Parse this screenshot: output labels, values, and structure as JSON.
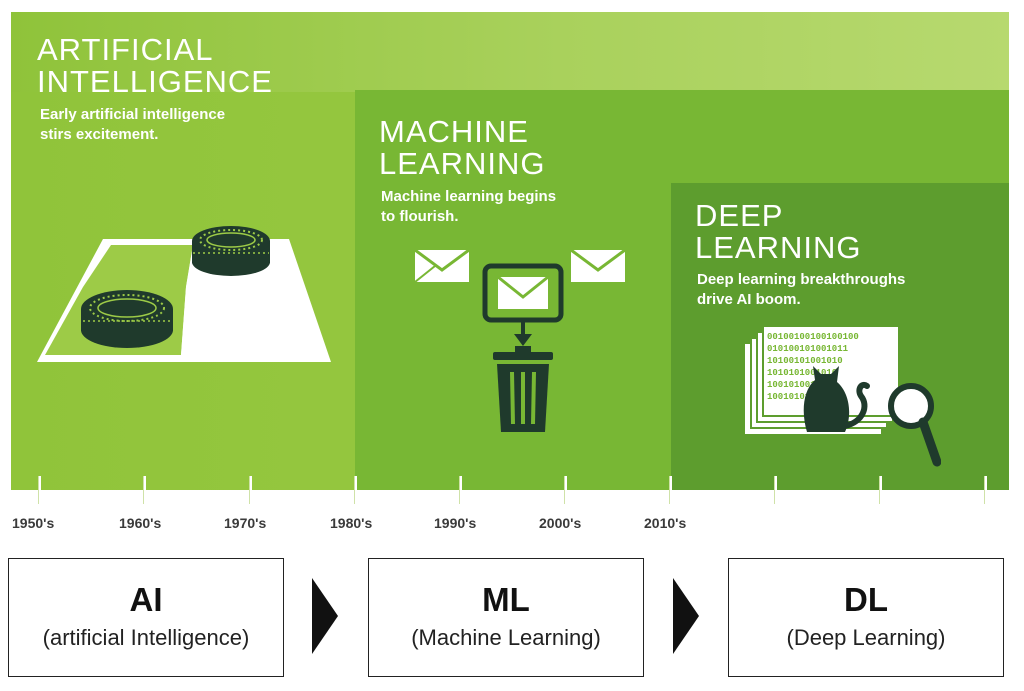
{
  "eras": {
    "ai": {
      "title": "ARTIFICIAL\nINTELLIGENCE",
      "subtitle": "Early artificial intelligence\nstirs excitement."
    },
    "ml": {
      "title": "MACHINE\nLEARNING",
      "subtitle": "Machine learning begins\nto flourish."
    },
    "dl": {
      "title": "DEEP\nLEARNING",
      "subtitle": "Deep learning breakthroughs\ndrive AI boom.",
      "binary_rows": [
        "00100100100100100",
        "010100101001011",
        "10100101001010",
        "1010101001010",
        "100101001001",
        "1001010110"
      ]
    }
  },
  "timeline": {
    "years": [
      "1950's",
      "1960's",
      "1970's",
      "1980's",
      "1990's",
      "2000's",
      "2010's"
    ]
  },
  "summary": [
    {
      "abbr": "AI",
      "full": "(artificial Intelligence)"
    },
    {
      "abbr": "ML",
      "full": "(Machine Learning)"
    },
    {
      "abbr": "DL",
      "full": "(Deep Learning)"
    }
  ],
  "colors": {
    "ai_bg": "#9dcb47",
    "ml_bg": "#78b734",
    "dl_bg": "#5d9d2e",
    "icon_dark": "#1f3a2c"
  }
}
